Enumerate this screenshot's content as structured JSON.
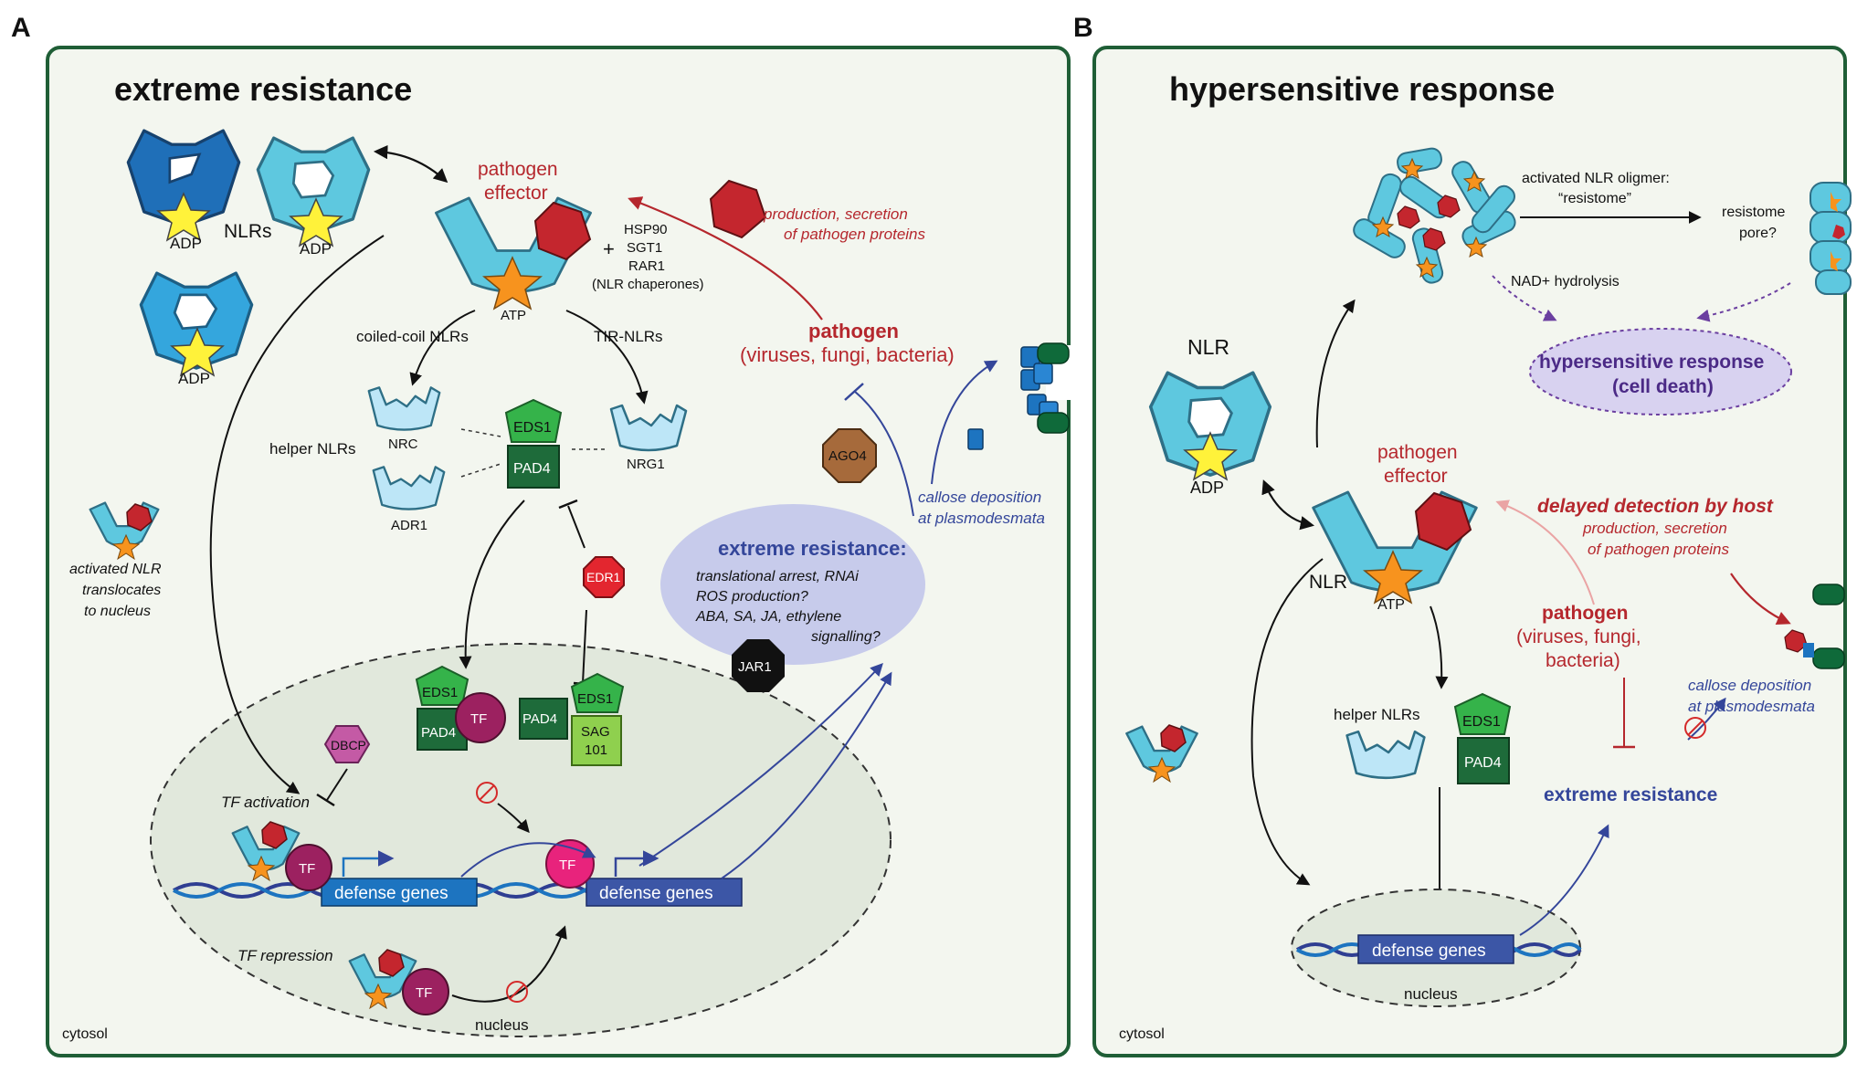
{
  "panels": {
    "a_letter": "A",
    "b_letter": "B",
    "a_title": "extreme resistance",
    "b_title": "hypersensitive response"
  },
  "colors": {
    "panel_bg": "#f3f6ef",
    "panel_border": "#1f5e36",
    "nlr": "#5ec8df",
    "nlr_outline": "#2e6f86",
    "star": "#f7931e",
    "adp_star": "#fff23a",
    "effector": "#c4262e",
    "eds1": "#35b34a",
    "pad4": "#1e6b3a",
    "sag101": "#8fd04e",
    "tf": "#9c2160",
    "tf_pink": "#e8237c",
    "dbcp": "#c45aa5",
    "ago4": "#a66a3b",
    "edr1": "#e3262f",
    "jar1": "#111111",
    "er_ellipse": "#c7cbeb",
    "hr_ellipse": "#d8d2f0",
    "nucleus": "#e1e8dc",
    "defense_gene_a1": "#1d74c0",
    "defense_gene_a2": "#3c56a6"
  },
  "a": {
    "nlrs_label": "NLRs",
    "adp": "ADP",
    "pathogen_effector_1": "pathogen",
    "pathogen_effector_2": "effector",
    "chaperones": [
      "HSP90",
      "SGT1",
      "RAR1",
      "(NLR chaperones)"
    ],
    "plus": "+",
    "atp": "ATP",
    "coiled_coil": "coiled-coil NLRs",
    "tir": "TIR-NLRs",
    "production_1": "production, secretion",
    "production_2": "of pathogen proteins",
    "pathogen_1": "pathogen",
    "pathogen_2": "(viruses, fungi, bacteria)",
    "helper_nlrs": "helper NLRs",
    "nrc": "NRC",
    "adr1": "ADR1",
    "nrg1": "NRG1",
    "eds1": "EDS1",
    "pad4": "PAD4",
    "ago4": "AGO4",
    "callose_1": "callose deposition",
    "callose_2": "at plasmodesmata",
    "activated_1": "activated NLR",
    "activated_2": "translocates",
    "activated_3": "to nucleus",
    "edr1": "EDR1",
    "er_title": "extreme resistance:",
    "er_lines": [
      "translational arrest, RNAi",
      "ROS production?",
      "ABA, SA, JA, ethylene",
      "signalling?"
    ],
    "jar1": "JAR1",
    "sag": "SAG",
    "sag_num": "101",
    "tf": "TF",
    "dbcp": "DBCP",
    "tf_activation": "TF activation",
    "defense_genes": "defense genes",
    "tf_repression": "TF repression",
    "nucleus": "nucleus",
    "cytosol": "cytosol"
  },
  "b": {
    "oligomer_1": "activated NLR oligmer:",
    "oligomer_2": "“resistome”",
    "resistome_1": "resistome",
    "resistome_2": "pore?",
    "nad": "NAD+ hydrolysis",
    "hr_1": "hypersensitive response",
    "hr_2": "(cell death)",
    "nlr": "NLR",
    "adp": "ADP",
    "pathogen_effector_1": "pathogen",
    "pathogen_effector_2": "effector",
    "delayed": "delayed detection by host",
    "production_1": "production, secretion",
    "production_2": "of pathogen proteins",
    "nlr2": "NLR",
    "atp": "ATP",
    "pathogen_1": "pathogen",
    "pathogen_2": "(viruses, fungi,",
    "pathogen_3": "bacteria)",
    "callose_1": "callose deposition",
    "callose_2": "at plasmodesmata",
    "helper_nlrs": "helper NLRs",
    "eds1": "EDS1",
    "pad4": "PAD4",
    "extreme_resistance": "extreme resistance",
    "defense_genes": "defense genes",
    "nucleus": "nucleus",
    "cytosol": "cytosol"
  }
}
